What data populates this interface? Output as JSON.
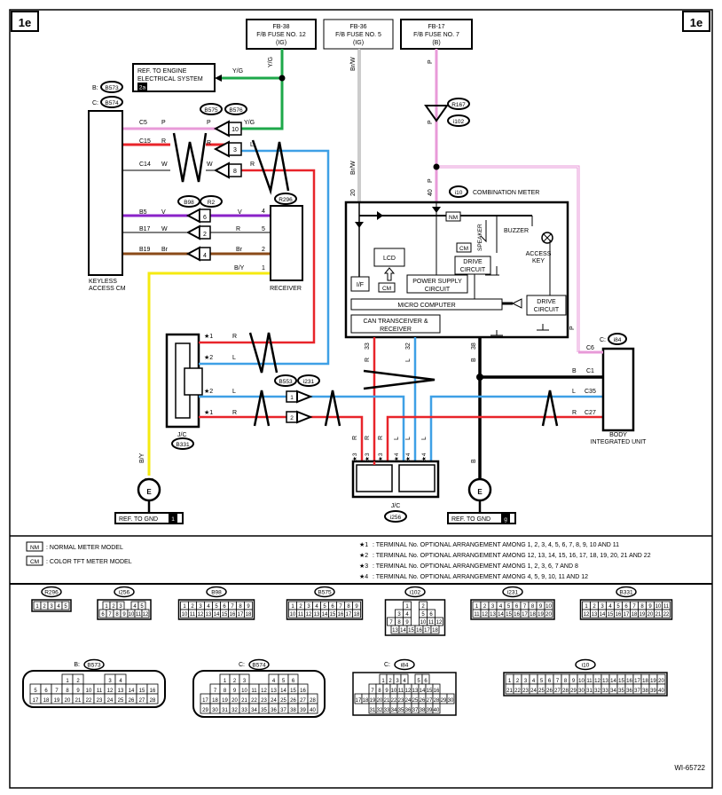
{
  "page_tags": {
    "left": "1e",
    "right": "1e"
  },
  "fuses": [
    {
      "id": "fb38",
      "l1": "FB-38",
      "l2": "F/B FUSE NO. 12",
      "l3": "(IG)"
    },
    {
      "id": "fb36",
      "l1": "FB-36",
      "l2": "F/B FUSE NO. 5",
      "l3": "(IG)"
    },
    {
      "id": "fb17",
      "l1": "FB-17",
      "l2": "F/B FUSE NO. 7",
      "l3": "(B)"
    }
  ],
  "ref_engine": {
    "l1": "REF. TO ENGINE",
    "l2": "ELECTRICAL SYSTEM",
    "badge": "2a"
  },
  "keyless": {
    "conn_b": "B:",
    "conn_b_id": "B573",
    "conn_c": "C:",
    "conn_c_id": "B574",
    "name_l1": "KEYLESS",
    "name_l2": "ACCESS CM",
    "pins": [
      {
        "pin": "C5",
        "col": "P"
      },
      {
        "pin": "C15",
        "col": "R"
      },
      {
        "pin": "C14",
        "col": "W"
      },
      {
        "pin": "B5",
        "col": "V"
      },
      {
        "pin": "B17",
        "col": "W"
      },
      {
        "pin": "B19",
        "col": "Br"
      }
    ]
  },
  "conn_labels": {
    "b575": "B575",
    "b576": "B576",
    "b98": "B98",
    "r2": "R2",
    "r296": "R296",
    "r167": "R167",
    "i102": "i102",
    "i10": "i10",
    "b553": "B553",
    "i231": "i231",
    "b331": "B331",
    "i256": "i256",
    "i84": "i84",
    "c_prefix": "C:"
  },
  "wire_labels": {
    "yg": "Y/G",
    "p": "P",
    "r": "R",
    "w": "W",
    "l": "L",
    "v": "V",
    "br": "Br",
    "by": "B/Y",
    "b": "B",
    "brw": "Br/W"
  },
  "pin_numbers": {
    "p10": "10",
    "p3": "3",
    "p8": "8",
    "p6": "6",
    "p2": "2",
    "p4": "4",
    "p5": "5",
    "p1": "1",
    "p20": "20",
    "p40": "40",
    "p33": "33",
    "p32": "32",
    "p38": "38"
  },
  "receiver": {
    "name": "RECEIVER"
  },
  "meter": {
    "name": "COMBINATION METER",
    "nm": "NM",
    "cm": "CM",
    "speaker": "SPEAKER",
    "buzzer": "BUZZER",
    "drive1": "DRIVE",
    "drive2": "CIRCUIT",
    "access1": "ACCESS",
    "access2": "KEY",
    "lcd": "LCD",
    "if": "I/F",
    "psu1": "POWER SUPPLY",
    "psu2": "CIRCUIT",
    "micro": "MICRO COMPUTER",
    "can1": "CAN TRANSCEIVER &",
    "can2": "RECEIVER"
  },
  "jc_left": {
    "name": "J/C",
    "conn": "B331",
    "stars": [
      "★1",
      "★2",
      "★2",
      "★1"
    ]
  },
  "jc_bottom": {
    "name": "J/C",
    "conn": "i256",
    "stars": [
      "★3",
      "★3",
      "★3",
      "★4",
      "★4",
      "★4"
    ]
  },
  "biu": {
    "conn_prefix": "C:",
    "conn": "i84",
    "name_l1": "BODY",
    "name_l2": "INTEGRATED UNIT",
    "pins": [
      "C6",
      "C1",
      "C35",
      "C27"
    ]
  },
  "grounds": [
    {
      "label": "REF. TO GND",
      "badge": "1"
    },
    {
      "label": "REF. TO GND",
      "badge": "g"
    }
  ],
  "ground_symbol": "E",
  "legend": {
    "nm": {
      "box": "NM",
      "text": ": NORMAL METER MODEL"
    },
    "cm": {
      "box": "CM",
      "text": ": COLOR TFT METER MODEL"
    },
    "notes": [
      {
        "mark": "★1",
        "text": ": TERMINAL No. OPTIONAL ARRANGEMENT AMONG 1, 2, 3, 4, 5, 6, 7, 8, 9, 10 AND 11"
      },
      {
        "mark": "★2",
        "text": ": TERMINAL No. OPTIONAL ARRANGEMENT AMONG 12, 13, 14, 15, 16, 17, 18, 19, 20, 21 AND 22"
      },
      {
        "mark": "★3",
        "text": ": TERMINAL No. OPTIONAL ARRANGEMENT AMONG 1, 2, 3, 6, 7 AND 8"
      },
      {
        "mark": "★4",
        "text": ": TERMINAL No. OPTIONAL ARRANGEMENT AMONG 4, 5, 9, 10, 11 AND 12"
      }
    ]
  },
  "connectors_row1": [
    {
      "id": "R296",
      "rows": [
        [
          "1",
          "2",
          "3",
          "4",
          "5"
        ]
      ]
    },
    {
      "id": "i256",
      "rows": [
        [
          "1",
          "2",
          "3",
          "",
          "4",
          "5"
        ],
        [
          "6",
          "7",
          "8",
          "9",
          "10",
          "11",
          "12"
        ]
      ]
    },
    {
      "id": "B98",
      "rows": [
        [
          "1",
          "2",
          "3",
          "4",
          "5",
          "6",
          "7",
          "8",
          "9"
        ],
        [
          "10",
          "11",
          "12",
          "13",
          "14",
          "15",
          "16",
          "17",
          "18"
        ]
      ]
    },
    {
      "id": "B575",
      "rows": [
        [
          "1",
          "2",
          "3",
          "4",
          "5",
          "6",
          "7",
          "8",
          "9"
        ],
        [
          "10",
          "11",
          "12",
          "13",
          "14",
          "15",
          "16",
          "17",
          "18"
        ]
      ]
    },
    {
      "id": "i102",
      "rows": [
        [
          "1",
          "",
          "2"
        ],
        [
          "3",
          "4",
          "",
          "5",
          "6"
        ],
        [
          "7",
          "8",
          "9",
          "",
          "10",
          "11",
          "12"
        ],
        [
          "13",
          "14",
          "15",
          "16",
          "17",
          "18"
        ]
      ]
    },
    {
      "id": "i231",
      "rows": [
        [
          "1",
          "2",
          "3",
          "4",
          "5",
          "6",
          "7",
          "8",
          "9",
          "10"
        ],
        [
          "11",
          "12",
          "13",
          "14",
          "15",
          "16",
          "17",
          "18",
          "19",
          "20"
        ]
      ]
    },
    {
      "id": "B331",
      "rows": [
        [
          "1",
          "2",
          "3",
          "4",
          "5",
          "6",
          "7",
          "8",
          "9",
          "10",
          "11"
        ],
        [
          "12",
          "13",
          "14",
          "15",
          "16",
          "17",
          "18",
          "19",
          "20",
          "21",
          "22"
        ]
      ]
    }
  ],
  "connectors_row2": [
    {
      "prefix": "B:",
      "id": "B573",
      "rows": [
        [
          "1",
          "2",
          "",
          "",
          "3",
          "4"
        ],
        [
          "5",
          "6",
          "7",
          "8",
          "9",
          "10",
          "11",
          "12",
          "13",
          "14",
          "15",
          "16"
        ],
        [
          "17",
          "18",
          "19",
          "20",
          "21",
          "22",
          "23",
          "24",
          "25",
          "26",
          "27",
          "28"
        ]
      ]
    },
    {
      "prefix": "C:",
      "id": "B574",
      "rows": [
        [
          "1",
          "2",
          "3",
          "",
          "",
          "4",
          "5",
          "6"
        ],
        [
          "7",
          "8",
          "9",
          "10",
          "11",
          "12",
          "13",
          "14",
          "15",
          "16"
        ],
        [
          "17",
          "18",
          "19",
          "20",
          "21",
          "22",
          "23",
          "24",
          "25",
          "26",
          "27",
          "28"
        ],
        [
          "29",
          "30",
          "31",
          "32",
          "33",
          "34",
          "35",
          "36",
          "37",
          "38",
          "39",
          "40"
        ]
      ]
    },
    {
      "prefix": "C:",
      "id": "i84",
      "rows": [
        [
          "1",
          "2",
          "3",
          "4",
          "",
          "5",
          "6"
        ],
        [
          "7",
          "8",
          "9",
          "10",
          "11",
          "12",
          "13",
          "14",
          "15",
          "16"
        ],
        [
          "17",
          "18",
          "19",
          "20",
          "21",
          "22",
          "23",
          "24",
          "25",
          "26",
          "27",
          "28",
          "29",
          "30"
        ],
        [
          "31",
          "32",
          "33",
          "34",
          "35",
          "36",
          "37",
          "38",
          "39",
          "40"
        ]
      ]
    },
    {
      "prefix": "",
      "id": "i10",
      "rows": [
        [
          "1",
          "2",
          "3",
          "4",
          "5",
          "6",
          "7",
          "8",
          "9",
          "10",
          "11",
          "12",
          "13",
          "14",
          "15",
          "16",
          "17",
          "18",
          "19",
          "20"
        ],
        [
          "21",
          "22",
          "23",
          "24",
          "25",
          "26",
          "27",
          "28",
          "29",
          "30",
          "31",
          "32",
          "33",
          "34",
          "35",
          "36",
          "37",
          "38",
          "39",
          "40"
        ]
      ]
    }
  ],
  "figure_id": "WI-65722",
  "colors": {
    "pink": "#e89ad8",
    "red": "#e8242a",
    "blue": "#3ea0e6",
    "green": "#1ea84a",
    "violet": "#8a22c8",
    "brown": "#8a4a18",
    "yellow": "#f5ea10",
    "gray": "#9a9a9a"
  }
}
